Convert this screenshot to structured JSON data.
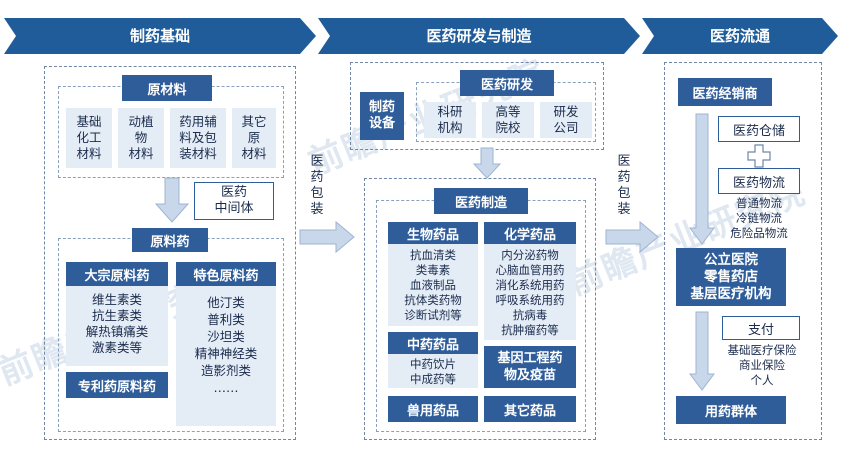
{
  "stages": {
    "upstream": "制药基础",
    "midstream": "医药研发与制造",
    "downstream": "医药流通"
  },
  "upstream": {
    "raw_materials": {
      "title": "原材料",
      "items": [
        "基础\n化工\n材料",
        "动植\n物\n材料",
        "药用辅\n料及包\n装材料",
        "其它\n原\n材料"
      ]
    },
    "intermediate": "医药\n中间体",
    "api": {
      "title": "原料药",
      "bulk": {
        "title": "大宗原料药",
        "items": [
          "维生素类",
          "抗生素类",
          "解热镇痛类",
          "激素类等"
        ]
      },
      "special": {
        "title": "特色原料药",
        "items": [
          "他汀类",
          "普利类",
          "沙坦类",
          "精神神经类",
          "造影剂类",
          "……"
        ]
      },
      "patent": "专利药原料药"
    }
  },
  "connector_left": "医\n药\n包\n装",
  "connector_right": "医\n药\n包\n装",
  "midstream": {
    "equipment": "制药\n设备",
    "rnd": {
      "title": "医药研发",
      "items": [
        "科研\n机构",
        "高等\n院校",
        "研发\n公司"
      ]
    },
    "manufacturing": {
      "title": "医药制造",
      "biologic": {
        "title": "生物药品",
        "items": [
          "抗血清类",
          "类毒素",
          "血液制品",
          "抗体类药物",
          "诊断试剂等"
        ]
      },
      "chemical": {
        "title": "化学药品",
        "items": [
          "内分泌药物",
          "心脑血管用药",
          "消化系统用药",
          "呼吸系统用药",
          "抗病毒",
          "抗肿瘤药等"
        ]
      },
      "tcm": {
        "title": "中药药品",
        "items": [
          "中药饮片",
          "中成药等"
        ]
      },
      "genetic": "基因工程药\n物及疫苗",
      "veterinary": "兽用药品",
      "other": "其它药品"
    }
  },
  "downstream": {
    "distributor": "医药经销商",
    "warehouse": "医药仓储",
    "logistics": {
      "title": "医药物流",
      "items": [
        "普通物流",
        "冷链物流",
        "危险品物流"
      ]
    },
    "terminals": "公立医院\n零售药店\n基层医疗机构",
    "payment": {
      "title": "支付",
      "items": [
        "基础医疗保险",
        "商业保险",
        "个人"
      ]
    },
    "users": "用药群体"
  },
  "watermark": "前瞻产业研究院",
  "colors": {
    "primary": "#2f5d9a",
    "light_fill": "#e4ecf6",
    "chevron": "#1f5c99",
    "arrow": "#c9d7ea"
  }
}
